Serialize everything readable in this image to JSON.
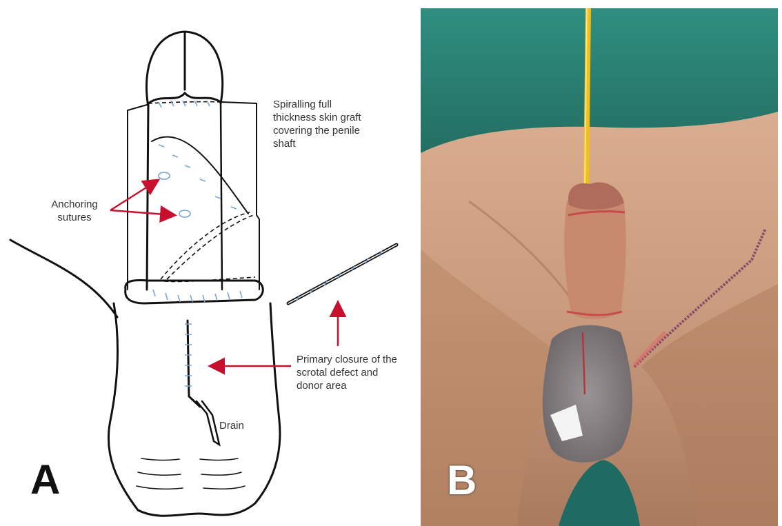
{
  "figure": {
    "panel_a": {
      "letter": "A",
      "labels": {
        "graft": "Spiralling full thickness skin graft covering the penile shaft",
        "anchoring": "Anchoring sutures",
        "closure": "Primary closure of the scrotal defect and donor area",
        "drain": "Drain"
      }
    },
    "panel_b": {
      "letter": "B"
    }
  },
  "colors": {
    "ink": "#111111",
    "suture": "#7aa6d6",
    "arrow": "#c8102e",
    "drape": "#2e8c7e",
    "skin": "#d9a98a",
    "catheter": "#f3c019"
  }
}
